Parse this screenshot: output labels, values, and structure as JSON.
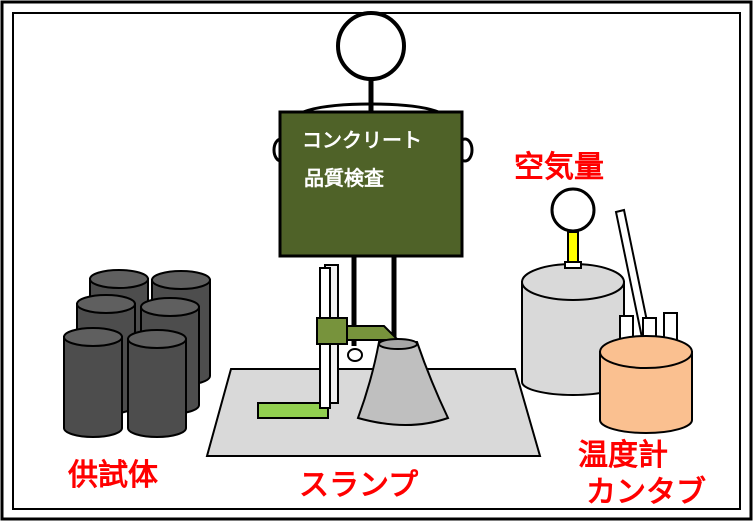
{
  "board": {
    "line1": "コンクリート",
    "line2": "品質検査"
  },
  "labels": {
    "air": "空気量",
    "specimen": "供試体",
    "slump": "スランプ",
    "temp_line1": "温度計",
    "temp_line2": "カンタブ"
  },
  "colors": {
    "board": "#4f6228",
    "label": "#ff0000",
    "cylinder": "#4d4d4d",
    "mat": "#d9d9d9",
    "cone": "#bfbfbf",
    "plate": "#92d050",
    "cup": "#fac090",
    "gauge_stem": "#ffff00",
    "stand_arm": "#77933c"
  }
}
